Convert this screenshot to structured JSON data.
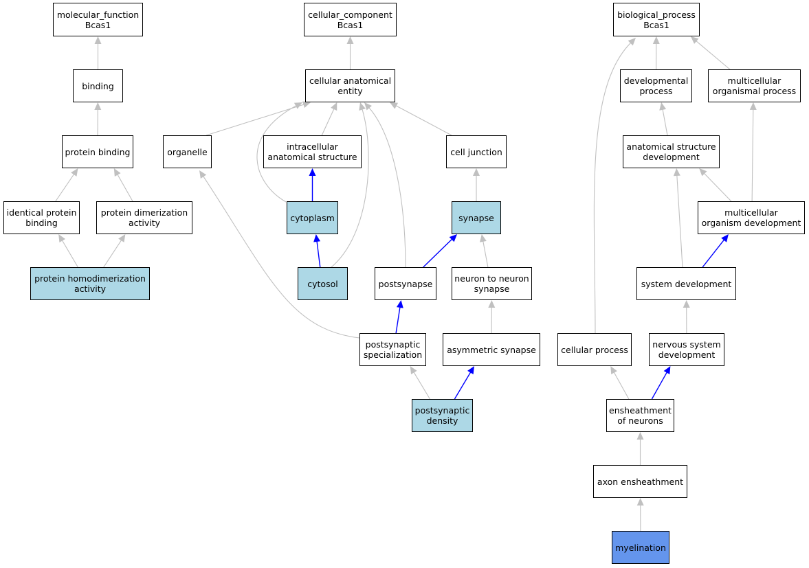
{
  "colors": {
    "edge_default": "#c0c0c0",
    "edge_highlight": "#0000ff",
    "node_default": "#ffffff",
    "node_highlight": "#add8e6",
    "node_focus": "#6495ed"
  },
  "nodes": {
    "molecular_function": {
      "label": "molecular_function\nBcas1",
      "style": "default"
    },
    "binding": {
      "label": "binding",
      "style": "default"
    },
    "protein_binding": {
      "label": "protein binding",
      "style": "default"
    },
    "identical_protein_binding": {
      "label": "identical protein\nbinding",
      "style": "default"
    },
    "protein_dimerization_activity": {
      "label": "protein dimerization\nactivity",
      "style": "default"
    },
    "protein_homodimerization_activity": {
      "label": "protein homodimerization\nactivity",
      "style": "highlight"
    },
    "cellular_component": {
      "label": "cellular_component\nBcas1",
      "style": "default"
    },
    "cellular_anatomical_entity": {
      "label": "cellular anatomical\nentity",
      "style": "default"
    },
    "organelle": {
      "label": "organelle",
      "style": "default"
    },
    "intracellular_anatomical_structure": {
      "label": "intracellular\nanatomical structure",
      "style": "default"
    },
    "cell_junction": {
      "label": "cell junction",
      "style": "default"
    },
    "cytoplasm": {
      "label": "cytoplasm",
      "style": "highlight"
    },
    "synapse": {
      "label": "synapse",
      "style": "highlight"
    },
    "cytosol": {
      "label": "cytosol",
      "style": "highlight"
    },
    "postsynapse": {
      "label": "postsynapse",
      "style": "default"
    },
    "neuron_to_neuron_synapse": {
      "label": "neuron to neuron\nsynapse",
      "style": "default"
    },
    "postsynaptic_specialization": {
      "label": "postsynaptic\nspecialization",
      "style": "default"
    },
    "asymmetric_synapse": {
      "label": "asymmetric synapse",
      "style": "default"
    },
    "postsynaptic_density": {
      "label": "postsynaptic\ndensity",
      "style": "highlight"
    },
    "biological_process": {
      "label": "biological_process\nBcas1",
      "style": "default"
    },
    "developmental_process": {
      "label": "developmental\nprocess",
      "style": "default"
    },
    "multicellular_organismal_process": {
      "label": "multicellular\norganismal process",
      "style": "default"
    },
    "anatomical_structure_development": {
      "label": "anatomical structure\ndevelopment",
      "style": "default"
    },
    "multicellular_organism_development": {
      "label": "multicellular\norganism development",
      "style": "default"
    },
    "system_development": {
      "label": "system development",
      "style": "default"
    },
    "cellular_process": {
      "label": "cellular process",
      "style": "default"
    },
    "nervous_system_development": {
      "label": "nervous system\ndevelopment",
      "style": "default"
    },
    "ensheathment_of_neurons": {
      "label": "ensheathment\nof neurons",
      "style": "default"
    },
    "axon_ensheathment": {
      "label": "axon ensheathment",
      "style": "default"
    },
    "myelination": {
      "label": "myelination",
      "style": "focus"
    }
  },
  "edges": [
    {
      "from": "binding",
      "to": "molecular_function",
      "highlight": false
    },
    {
      "from": "protein_binding",
      "to": "binding",
      "highlight": false
    },
    {
      "from": "identical_protein_binding",
      "to": "protein_binding",
      "highlight": false
    },
    {
      "from": "protein_dimerization_activity",
      "to": "protein_binding",
      "highlight": false
    },
    {
      "from": "protein_homodimerization_activity",
      "to": "identical_protein_binding",
      "highlight": false
    },
    {
      "from": "protein_homodimerization_activity",
      "to": "protein_dimerization_activity",
      "highlight": false
    },
    {
      "from": "cellular_anatomical_entity",
      "to": "cellular_component",
      "highlight": false
    },
    {
      "from": "organelle",
      "to": "cellular_anatomical_entity",
      "highlight": false
    },
    {
      "from": "intracellular_anatomical_structure",
      "to": "cellular_anatomical_entity",
      "highlight": false
    },
    {
      "from": "cell_junction",
      "to": "cellular_anatomical_entity",
      "highlight": false
    },
    {
      "from": "cytoplasm",
      "to": "cellular_anatomical_entity",
      "highlight": false
    },
    {
      "from": "cytosol",
      "to": "cellular_anatomical_entity",
      "highlight": false
    },
    {
      "from": "postsynapse",
      "to": "cellular_anatomical_entity",
      "highlight": false
    },
    {
      "from": "cytoplasm",
      "to": "intracellular_anatomical_structure",
      "highlight": true
    },
    {
      "from": "cytosol",
      "to": "cytoplasm",
      "highlight": true
    },
    {
      "from": "synapse",
      "to": "cell_junction",
      "highlight": false
    },
    {
      "from": "postsynapse",
      "to": "synapse",
      "highlight": true
    },
    {
      "from": "neuron_to_neuron_synapse",
      "to": "synapse",
      "highlight": false
    },
    {
      "from": "postsynaptic_specialization",
      "to": "organelle",
      "highlight": false
    },
    {
      "from": "postsynaptic_specialization",
      "to": "postsynapse",
      "highlight": true
    },
    {
      "from": "asymmetric_synapse",
      "to": "neuron_to_neuron_synapse",
      "highlight": false
    },
    {
      "from": "postsynaptic_density",
      "to": "postsynaptic_specialization",
      "highlight": false
    },
    {
      "from": "postsynaptic_density",
      "to": "asymmetric_synapse",
      "highlight": true
    },
    {
      "from": "developmental_process",
      "to": "biological_process",
      "highlight": false
    },
    {
      "from": "multicellular_organismal_process",
      "to": "biological_process",
      "highlight": false
    },
    {
      "from": "cellular_process",
      "to": "biological_process",
      "highlight": false
    },
    {
      "from": "anatomical_structure_development",
      "to": "developmental_process",
      "highlight": false
    },
    {
      "from": "multicellular_organism_development",
      "to": "anatomical_structure_development",
      "highlight": false
    },
    {
      "from": "multicellular_organism_development",
      "to": "multicellular_organismal_process",
      "highlight": false
    },
    {
      "from": "system_development",
      "to": "anatomical_structure_development",
      "highlight": false
    },
    {
      "from": "system_development",
      "to": "multicellular_organism_development",
      "highlight": true
    },
    {
      "from": "nervous_system_development",
      "to": "system_development",
      "highlight": false
    },
    {
      "from": "ensheathment_of_neurons",
      "to": "cellular_process",
      "highlight": false
    },
    {
      "from": "ensheathment_of_neurons",
      "to": "nervous_system_development",
      "highlight": true
    },
    {
      "from": "axon_ensheathment",
      "to": "ensheathment_of_neurons",
      "highlight": false
    },
    {
      "from": "myelination",
      "to": "axon_ensheathment",
      "highlight": false
    }
  ]
}
